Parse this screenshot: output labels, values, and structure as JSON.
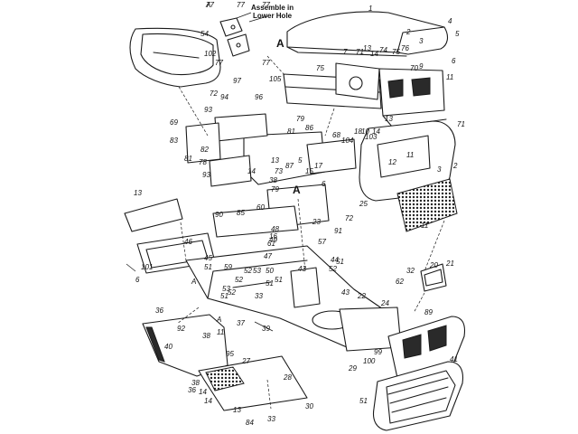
{
  "note": {
    "line1": "Assemble in",
    "line2": "Lower Hole"
  },
  "markers": [
    "A",
    "A",
    "A",
    "A"
  ],
  "callouts": [
    "77",
    "77",
    "77",
    "102",
    "77",
    "77",
    "1",
    "54",
    "2",
    "3",
    "4",
    "5",
    "6",
    "7",
    "71",
    "13",
    "14",
    "74",
    "75",
    "76",
    "75",
    "70",
    "9",
    "11",
    "10",
    "72",
    "97",
    "94",
    "93",
    "96",
    "79",
    "105",
    "69",
    "83",
    "82",
    "81",
    "78",
    "81",
    "86",
    "68",
    "104",
    "18",
    "103",
    "14",
    "13",
    "71",
    "11",
    "12",
    "3",
    "2",
    "15",
    "5",
    "17",
    "73",
    "87",
    "13",
    "14",
    "38",
    "79",
    "93",
    "13",
    "85",
    "60",
    "6",
    "23",
    "72",
    "25",
    "91",
    "11",
    "90",
    "16",
    "61",
    "49",
    "48",
    "47",
    "46",
    "45",
    "101",
    "51",
    "59",
    "52",
    "52",
    "53",
    "51",
    "50",
    "51",
    "57",
    "43",
    "44",
    "52",
    "51",
    "6",
    "53",
    "52",
    "51",
    "43",
    "22",
    "24",
    "32",
    "20",
    "21",
    "62",
    "33",
    "36",
    "92",
    "38",
    "37",
    "39",
    "89",
    "40",
    "95",
    "27",
    "28",
    "38",
    "36",
    "14",
    "14",
    "84",
    "13",
    "33",
    "30",
    "29",
    "100",
    "99",
    "51",
    "41",
    "11",
    "A"
  ]
}
